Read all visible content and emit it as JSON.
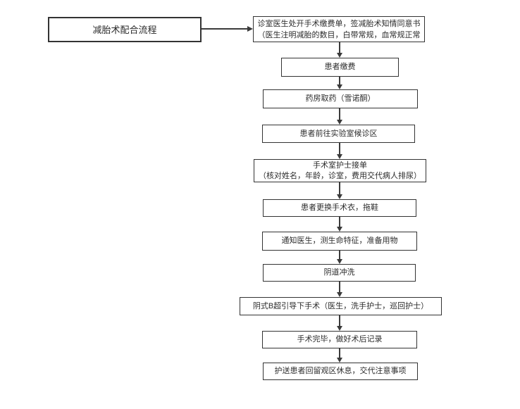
{
  "diagram": {
    "title": "减胎术配合流程",
    "nodes": [
      {
        "lines": [
          "诊室医生处开手术缴费单，签减胎术知情同意书",
          "（医生注明减胎的数目，白带常规，血常规正常"
        ]
      },
      {
        "lines": [
          "患者缴费"
        ]
      },
      {
        "lines": [
          "药房取药（雪诺酮）"
        ]
      },
      {
        "lines": [
          "患者前往实验室候诊区"
        ]
      },
      {
        "lines": [
          "手术室护士接单",
          "（核对姓名，年龄，诊室，费用交代病人排尿）"
        ]
      },
      {
        "lines": [
          "患者更换手术衣，拖鞋"
        ]
      },
      {
        "lines": [
          "通知医生，测生命特征，准备用物"
        ]
      },
      {
        "lines": [
          "阴道冲洗"
        ]
      },
      {
        "lines": [
          "阴式B超引导下手术（医生，洗手护士，巡回护士）"
        ]
      },
      {
        "lines": [
          "手术完毕，做好术后记录"
        ]
      },
      {
        "lines": [
          "护送患者回留观区休息，交代注意事项"
        ]
      }
    ],
    "colors": {
      "box_border": "#333333",
      "text": "#2b2b2b",
      "arrow": "#3a3a3a",
      "background": "#ffffff"
    }
  }
}
